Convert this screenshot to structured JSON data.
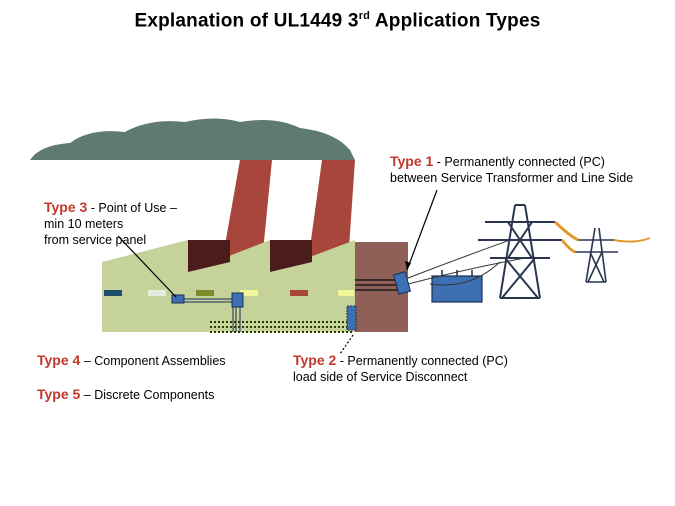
{
  "title": {
    "main": "Explanation of UL1449 3",
    "sup": "rd",
    "rest": " Application Types"
  },
  "types": {
    "t1": {
      "name": "Type 1",
      "desc_line1": " - Permanently connected (PC)",
      "desc_line2": "between Service Transformer and Line Side"
    },
    "t2": {
      "name": "Type 2",
      "desc_line1": " - Permanently connected (PC)",
      "desc_line2": "load side of Service Disconnect"
    },
    "t3": {
      "name": "Type 3",
      "desc_line1": " - Point of Use –",
      "desc_line2": "min 10 meters",
      "desc_line3": " from service panel"
    },
    "t4": {
      "name": "Type 4",
      "desc_line1": " – Component Assemblies"
    },
    "t5": {
      "name": "Type 5",
      "desc_line1": " – Discrete Components"
    }
  },
  "colors": {
    "type_label": "#c0392b",
    "factory_wall": "#c5d29a",
    "chimney": "#a8463b",
    "smoke": "#5e7a72",
    "service_room": "#8e6058",
    "transformer": "#3d6fb3",
    "tower": "#2a3550"
  }
}
